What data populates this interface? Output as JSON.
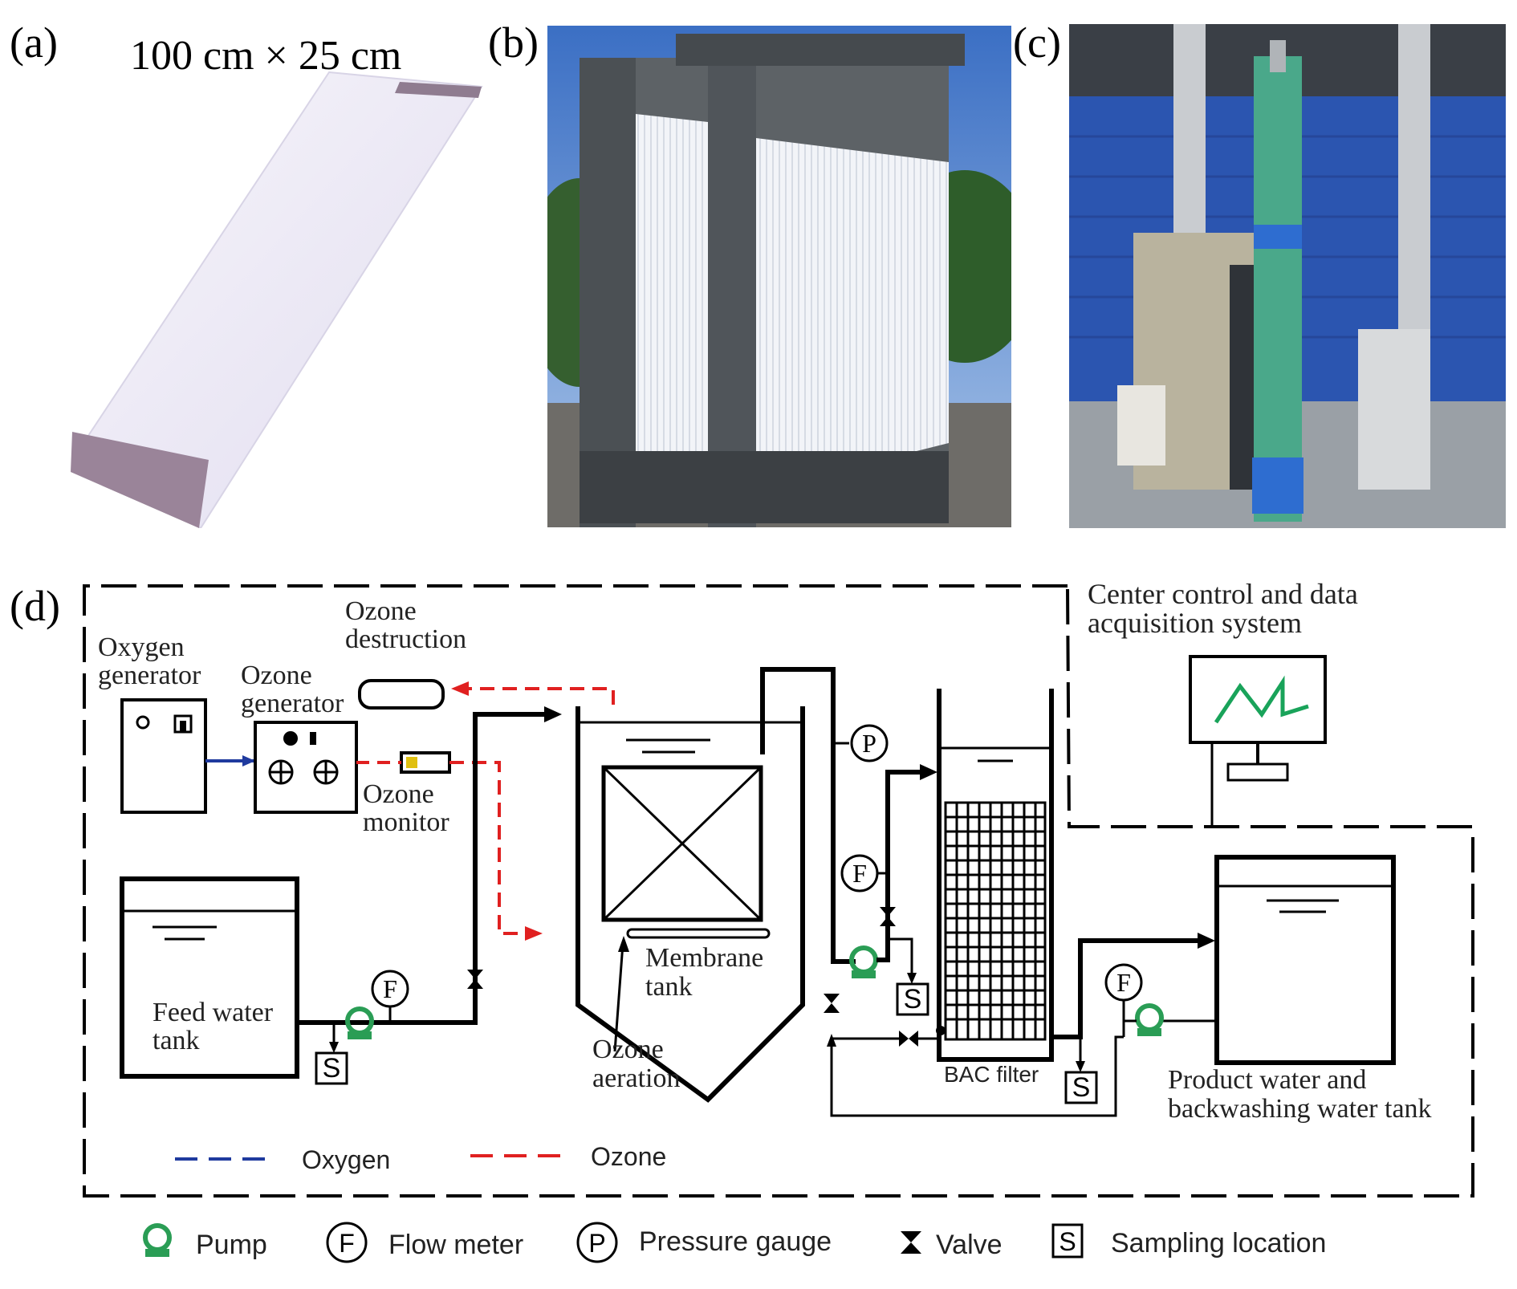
{
  "panels": {
    "a": {
      "label": "(a)",
      "dimension": "100 cm × 25 cm"
    },
    "b": {
      "label": "(b)"
    },
    "c": {
      "label": "(c)"
    },
    "d": {
      "label": "(d)"
    }
  },
  "diagram": {
    "components": {
      "center_control_line1": "Center control and data",
      "center_control_line2": "acquisition system",
      "oxygen_generator_line1": "Oxygen",
      "oxygen_generator_line2": "generator",
      "ozone_generator_line1": "Ozone",
      "ozone_generator_line2": "generator",
      "ozone_destruction_line1": "Ozone",
      "ozone_destruction_line2": "destruction",
      "ozone_monitor_line1": "Ozone",
      "ozone_monitor_line2": "monitor",
      "feed_tank_line1": "Feed water",
      "feed_tank_line2": "tank",
      "membrane_tank_line1": "Membrane",
      "membrane_tank_line2": "tank",
      "ozone_aeration_line1": "Ozone",
      "ozone_aeration_line2": "aeration",
      "bac_filter": "BAC filter",
      "product_tank_line1": "Product water and",
      "product_tank_line2": "backwashing water tank"
    },
    "symbols": {
      "flow_meter": "F",
      "pressure_gauge": "P",
      "sampling": "S"
    },
    "line_legend": [
      {
        "label": "Oxygen",
        "color": "#1f3a9e",
        "style": "dashed"
      },
      {
        "label": "Ozone",
        "color": "#e02020",
        "style": "dashed"
      }
    ],
    "symbol_legend": [
      {
        "label": "Pump",
        "icon": "pump-icon"
      },
      {
        "label": "Flow meter",
        "icon": "flow-meter-icon"
      },
      {
        "label": "Pressure gauge",
        "icon": "pressure-gauge-icon"
      },
      {
        "label": "Valve",
        "icon": "valve-icon"
      },
      {
        "label": "Sampling location",
        "icon": "sampling-icon"
      }
    ],
    "colors": {
      "pump": "#2a9d55",
      "monitor_signal": "#19a35a",
      "ozone": "#e02020",
      "oxygen": "#1f3a9e"
    }
  }
}
